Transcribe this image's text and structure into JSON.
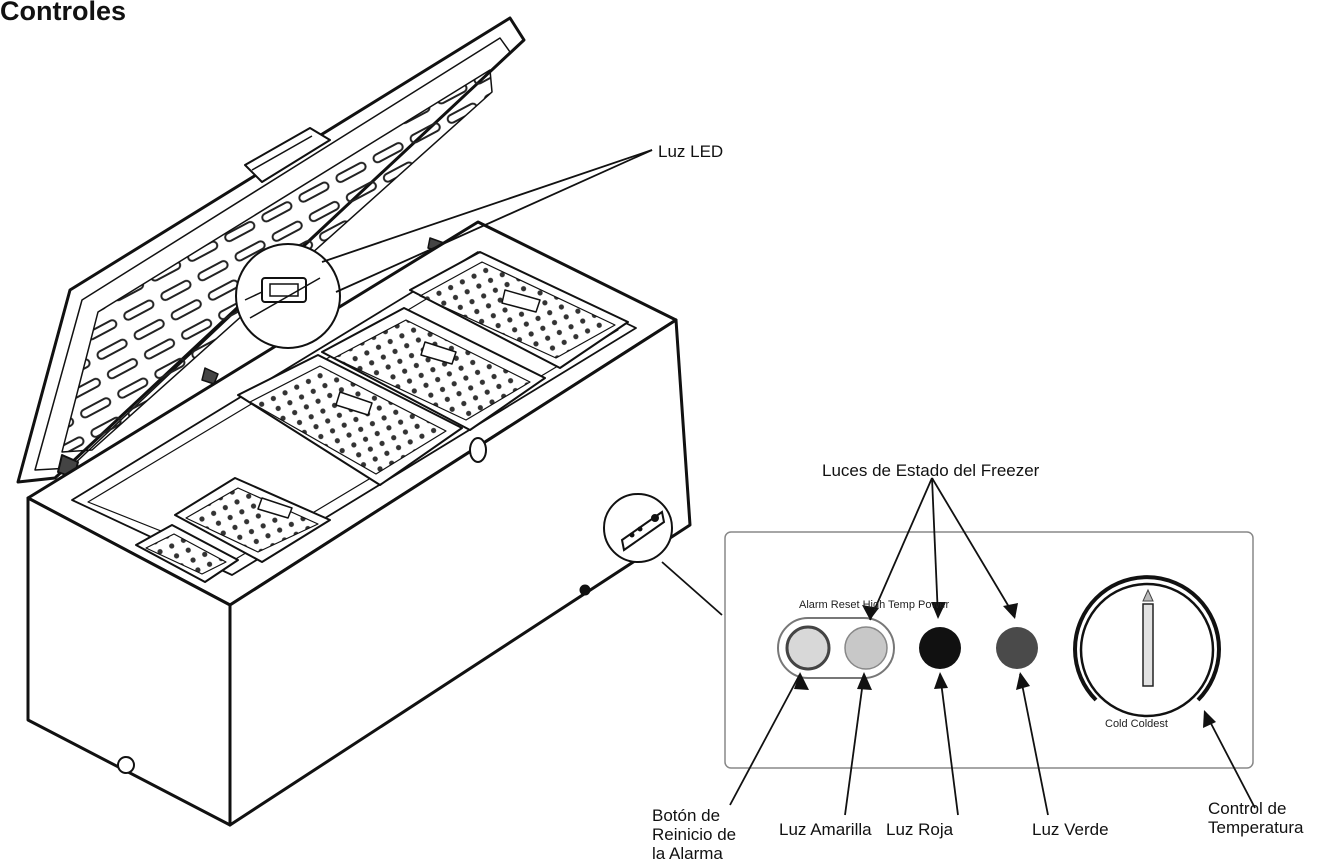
{
  "title": "Controles",
  "callouts": {
    "led": "Luz LED",
    "status_lights": "Luces de Estado del Freezer",
    "alarm_button": [
      "Botón de",
      "Reinicio de",
      "la Alarma"
    ],
    "yellow": "Luz Amarilla",
    "red": "Luz Roja",
    "green": "Luz Verde",
    "temp_control": [
      "Control de",
      "Temperatura"
    ]
  },
  "panel": {
    "labels": "Alarm Reset High Temp Power",
    "dial_labels": "Cold Coldest"
  },
  "colors": {
    "red_light": "#111111",
    "green_light": "#4a4a4a",
    "yellow_light": "#c8c8c8"
  }
}
